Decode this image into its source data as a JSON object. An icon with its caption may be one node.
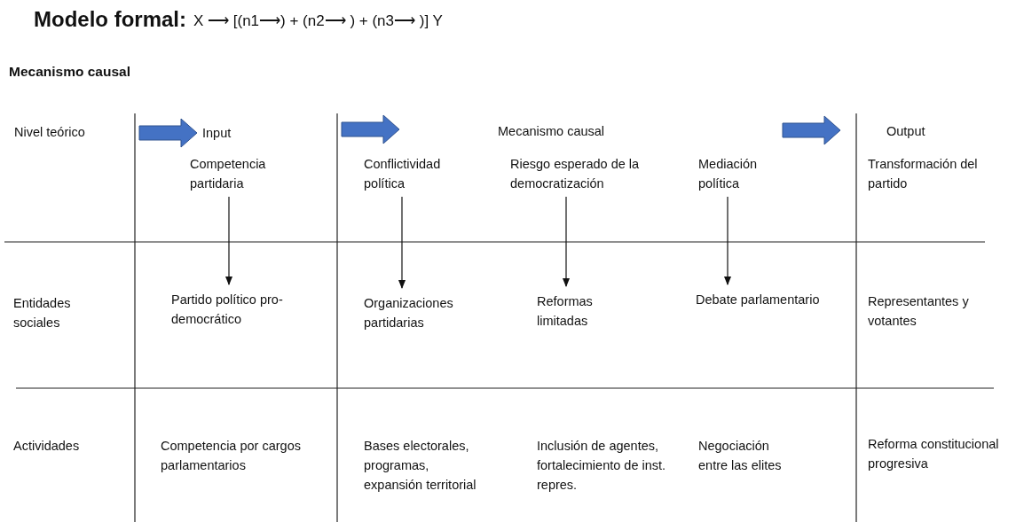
{
  "diagram": {
    "title": "Modelo formal:",
    "nodes": [
      {
        "text": [
          "Competencia partidaria"
        ]
      },
      {
        "text": [
          "Conflictividad política"
        ]
      },
      {
        "text": [
          "Riesgo esperado de la democratización"
        ]
      },
      {
        "text": [
          "Mediación política"
        ]
      },
      {
        "text": [
          "Partido político pro-democrático"
        ]
      },
      {
        "text": [
          "Organizaciones partidarias"
        ]
      },
      {
        "text": [
          "Reformas limitadas"
        ]
      },
      {
        "text": [
          "Debate parlamentario"
        ]
      }
    ],
    "edges": [
      {
        "from": 0,
        "to": 4,
        "arrow": "to"
      },
      {
        "from": 1,
        "to": 5,
        "arrow": "to"
      },
      {
        "from": 2,
        "to": 6,
        "arrow": "to"
      },
      {
        "from": 3,
        "to": 7,
        "arrow": "to"
      }
    ],
    "labels": [
      "X ⟶ [(n1⟶) + (n2⟶ ) + (n3⟶ )] Y",
      "Mecanismo causal",
      "Nivel teórico",
      "Input",
      "Mecanismo causal",
      "Output",
      "Transformación del partido",
      "Entidades sociales",
      "Representantes y votantes",
      "Actividades",
      "Competencia por cargos parlamentarios",
      "Bases electorales, programas, expansión territorial",
      "Inclusión de agentes, fortalecimiento de inst. repres.",
      "Negociación entre las elites",
      "Reforma constitucional progresiva"
    ]
  }
}
